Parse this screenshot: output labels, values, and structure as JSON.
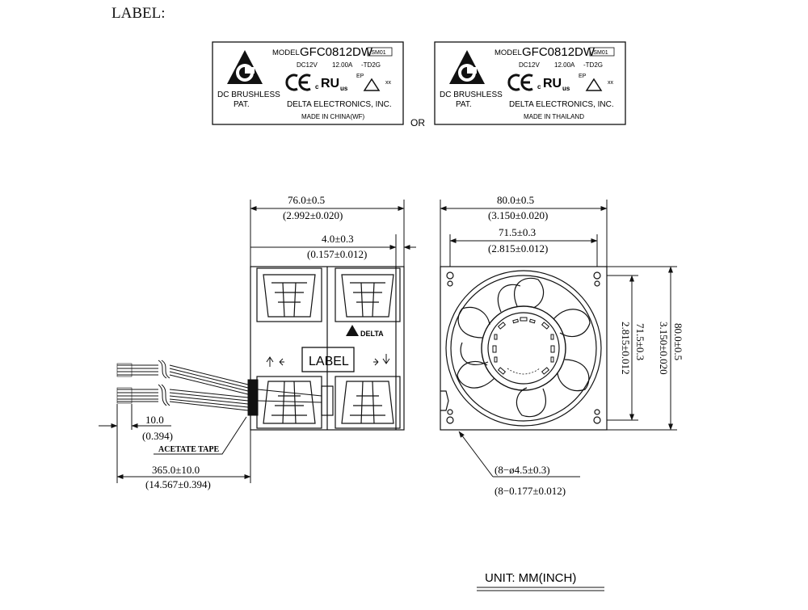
{
  "heading": "LABEL:",
  "separator": "OR",
  "labels": [
    {
      "model_prefix": "MODEL",
      "model": "GFC0812DW",
      "suffix": "-SM01",
      "voltage": "DC12V",
      "current": "12.00A",
      "code": "-TD2G",
      "ep": "EP",
      "xx": "xx",
      "left_line1": "DC BRUSHLESS",
      "left_line2": "PAT.",
      "company": "DELTA ELECTRONICS, INC.",
      "origin": "MADE IN CHINA(WF)"
    },
    {
      "model_prefix": "MODEL",
      "model": "GFC0812DW",
      "suffix": "-SM01",
      "voltage": "DC12V",
      "current": "12.00A",
      "code": "-TD2G",
      "ep": "EP",
      "xx": "xx",
      "left_line1": "DC BRUSHLESS",
      "left_line2": "PAT.",
      "company": "DELTA ELECTRONICS, INC.",
      "origin": "MADE IN THAILAND"
    }
  ],
  "side_view": {
    "width_mm": "76.0±0.5",
    "width_in": "(2.992±0.020)",
    "offset_mm": "4.0±0.3",
    "offset_in": "(0.157±0.012)",
    "label_box": "LABEL",
    "brand": "DELTA",
    "lead_mm": "10.0",
    "lead_in": "(0.394)",
    "tape": "ACETATE TAPE",
    "cable_mm": "365.0±10.0",
    "cable_in": "(14.567±0.394)"
  },
  "front_view": {
    "width_mm": "80.0±0.5",
    "width_in": "(3.150±0.020)",
    "hole_mm": "71.5±0.3",
    "hole_in": "(2.815±0.012)",
    "v_hole_mm": "71.5±0.3",
    "v_hole_in": "2.815±0.012",
    "v_width_mm": "80.0±0.5",
    "v_width_in": "3.150±0.020",
    "holes_mm": "(8−ø4.5±0.3)",
    "holes_in": "(8−0.177±0.012)"
  },
  "unit": "UNIT:  MM(INCH)"
}
